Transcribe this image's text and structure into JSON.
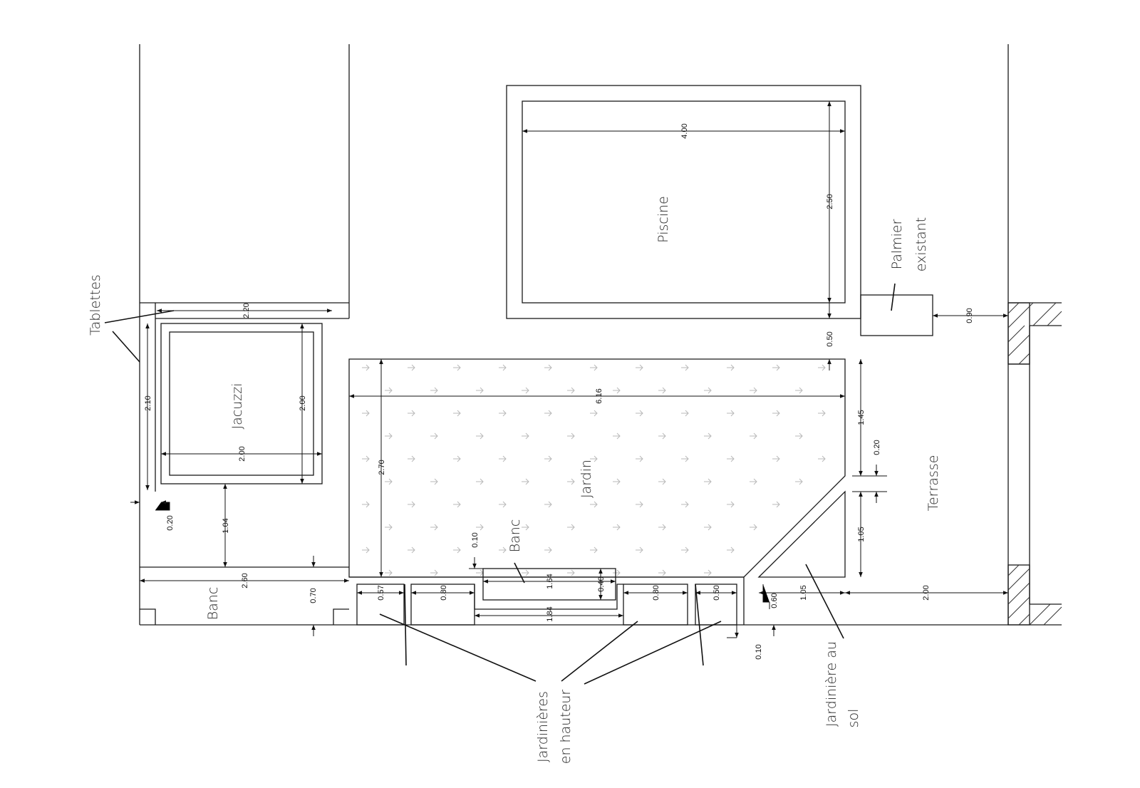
{
  "labels": {
    "tablettes": "Tablettes",
    "jacuzzi": "Jacuzzi",
    "piscine": "Piscine",
    "palmier_line1": "Palmier",
    "palmier_line2": "existant",
    "jardin": "Jardin",
    "banc_garden": "Banc",
    "banc_left": "Banc",
    "terrasse": "Terrasse",
    "jard_hauteur_line1": "Jardinières",
    "jard_hauteur_line2": "en hauteur",
    "jard_sol_line1": "Jardinière au",
    "jard_sol_line2": "sol"
  },
  "dimensions": {
    "tablettes_width": "2.20",
    "tablettes_height": "2.10",
    "jacuzzi_height": "2.00",
    "jacuzzi_width": "2.00",
    "jacuzzi_gap": "0.20",
    "jacuzzi_to_banc": "1.04",
    "banc_width": "2.60",
    "banc_depth": "0.70",
    "pool_length": "4.00",
    "pool_width": "2.50",
    "pool_to_garden": "0.50",
    "palm_to_wall": "0.90",
    "garden_length": "6.16",
    "garden_depth": "2.70",
    "garden_side_top": "1.45",
    "garden_gap": "0.20",
    "garden_side_bottom": "1.05",
    "terrace_width": "2.00",
    "ground_planter_width": "1.05",
    "ground_planter_depth": "0.60",
    "wall_gap": "0.10",
    "planter_1": "0.57",
    "planter_2": "0.80",
    "planter_3": "0.80",
    "planter_4": "0.50",
    "bench_length": "1.64",
    "bench_depth": "0.40",
    "bench_recess": "1.84",
    "bench_offset": "0.10"
  },
  "colors": {
    "line": "#1a1a1a",
    "pattern": "#b9b9b9",
    "background": "#ffffff"
  }
}
